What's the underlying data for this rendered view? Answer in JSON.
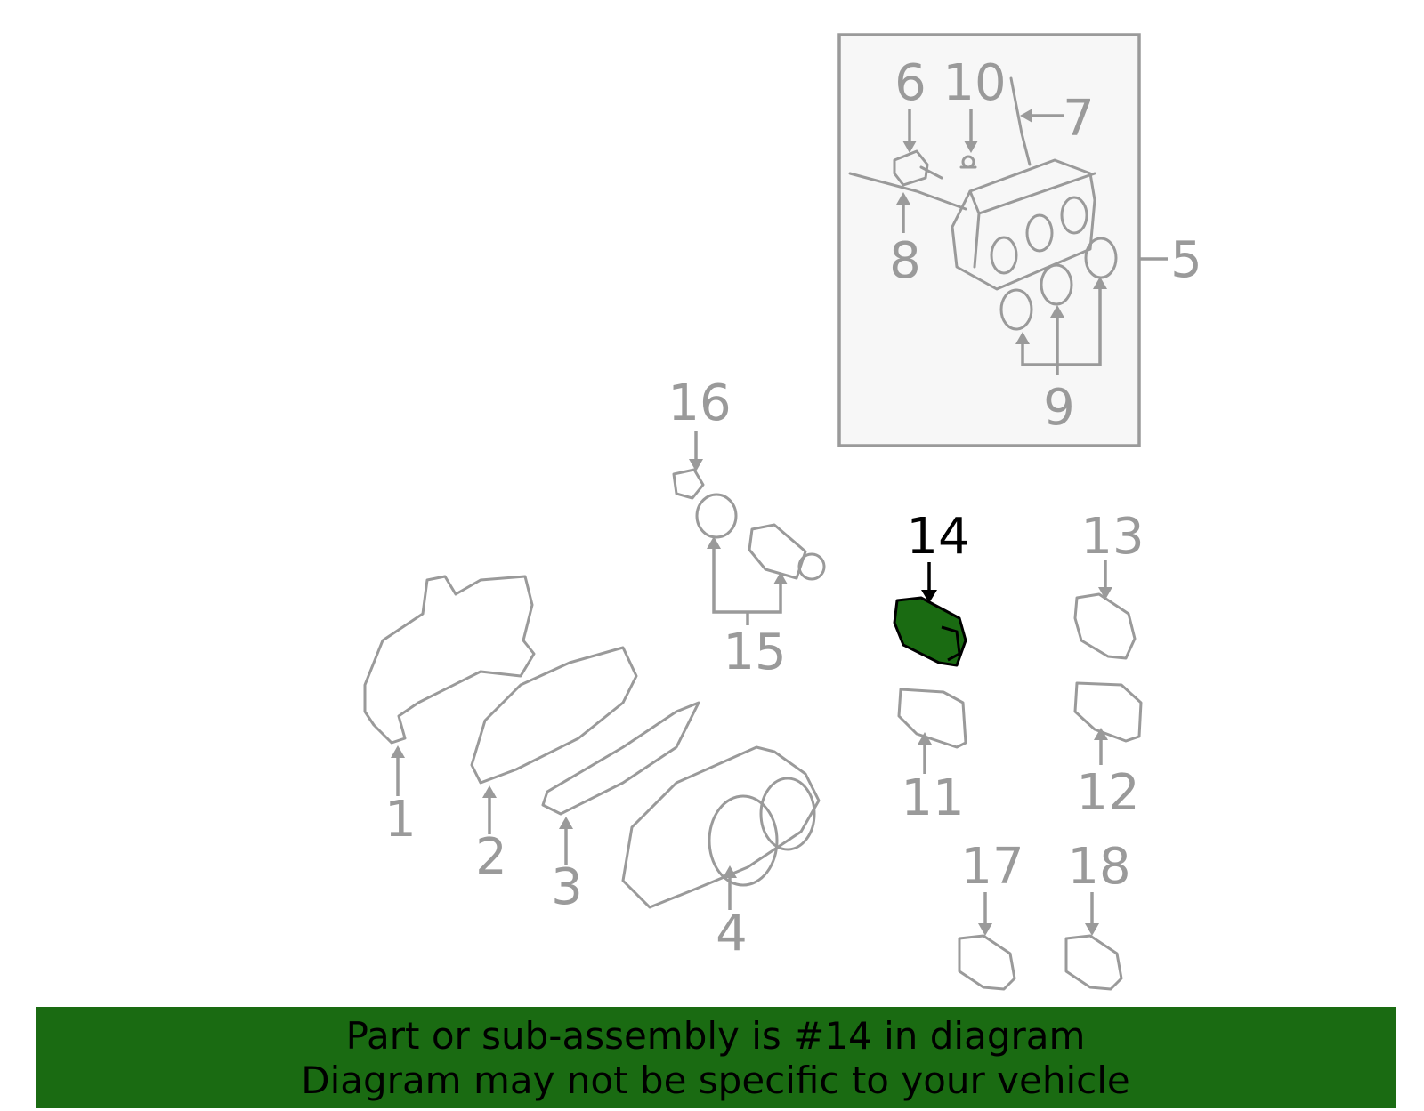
{
  "callouts": {
    "n1": "1",
    "n2": "2",
    "n3": "3",
    "n4": "4",
    "n5": "5",
    "n6": "6",
    "n7": "7",
    "n8": "8",
    "n9": "9",
    "n10": "10",
    "n11": "11",
    "n12": "12",
    "n13": "13",
    "n14": "14",
    "n15": "15",
    "n16": "16",
    "n17": "17",
    "n18": "18"
  },
  "highlight": {
    "part": "14",
    "color": "#1a6b12"
  },
  "banner": {
    "line1": "Part or sub-assembly is #14 in diagram",
    "line2": "Diagram may not be specific to your vehicle",
    "background": "#1a6b12"
  }
}
